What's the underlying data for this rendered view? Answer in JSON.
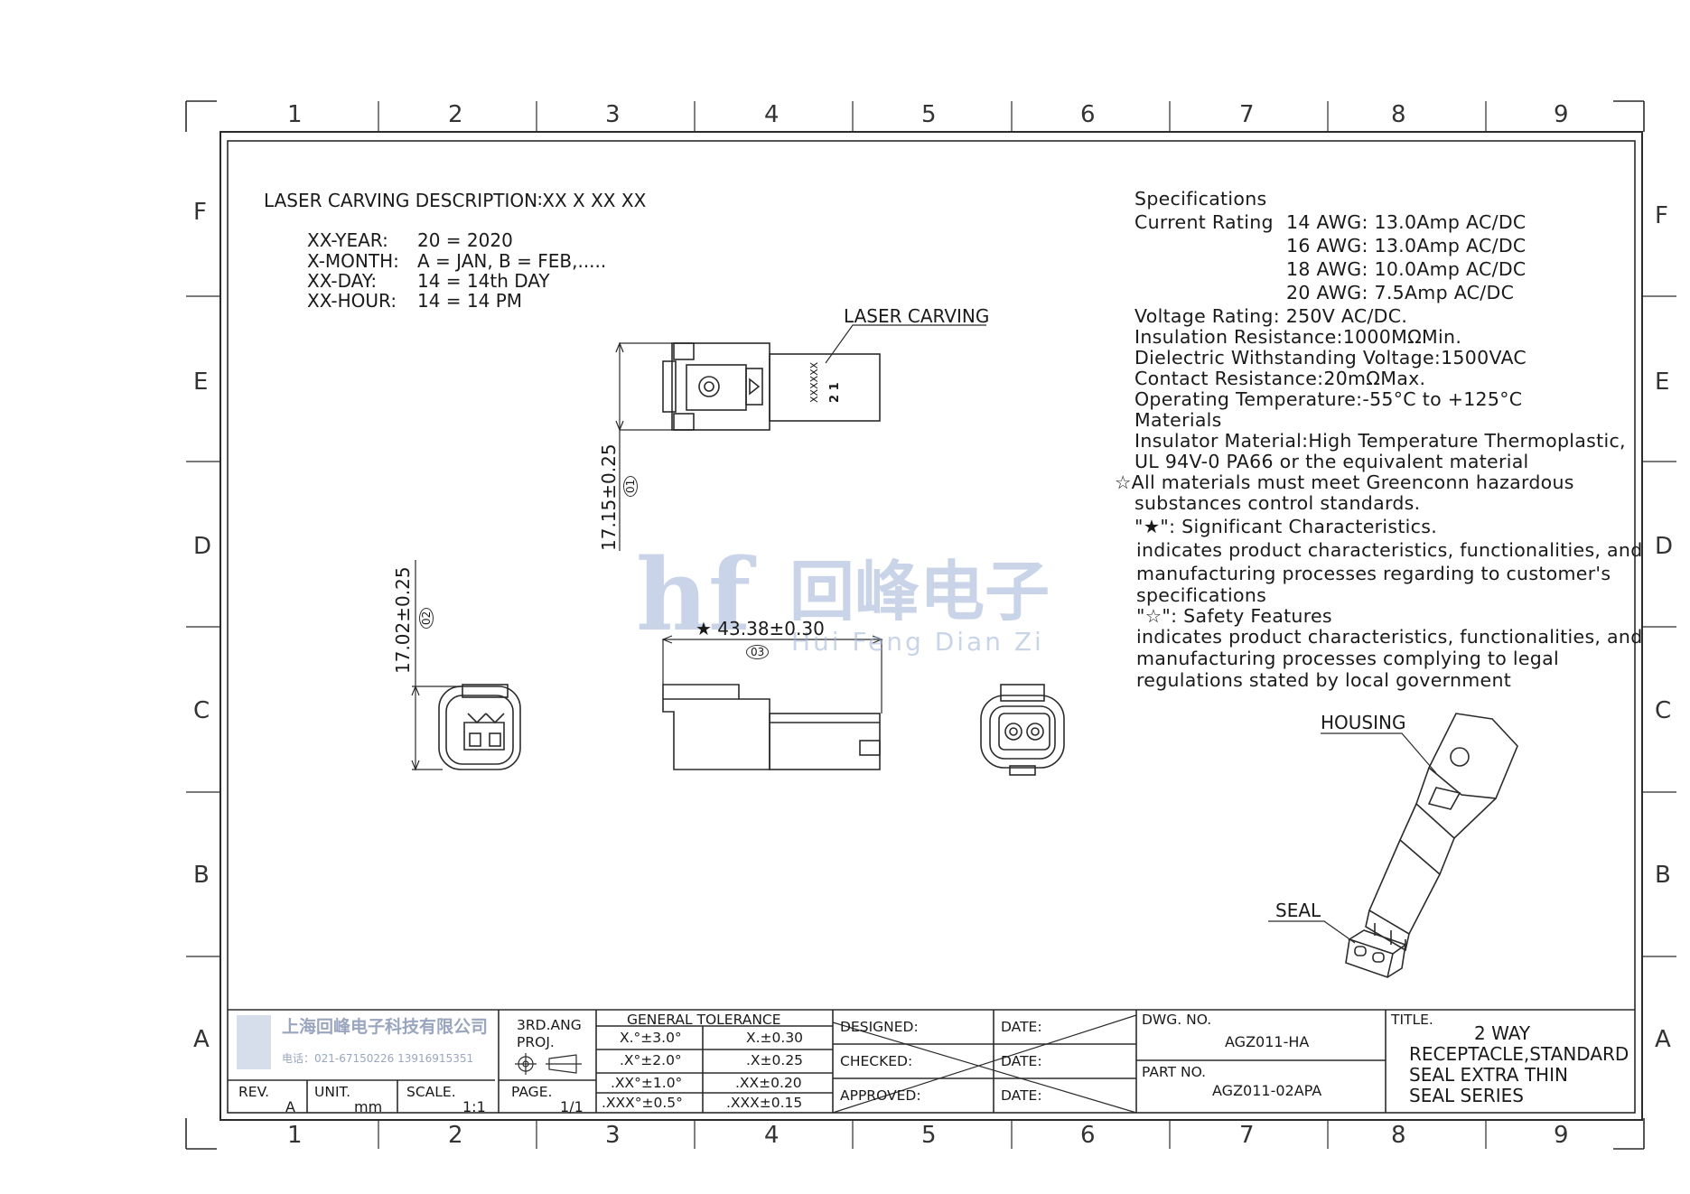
{
  "border": {
    "columns": [
      "1",
      "2",
      "3",
      "4",
      "5",
      "6",
      "7",
      "8",
      "9"
    ],
    "rows": [
      "F",
      "E",
      "D",
      "C",
      "B",
      "A"
    ]
  },
  "laser": {
    "heading": "LASER CARVING DESCRIPTION∶XX X XX XX",
    "lines": [
      {
        "label": "XX-YEAR:",
        "value": "20 = 2020"
      },
      {
        "label": "X-MONTH:",
        "value": "A = JAN, B = FEB,....."
      },
      {
        "label": "XX-DAY:",
        "value": "14 = 14th DAY"
      },
      {
        "label": "XX-HOUR:",
        "value": "14 = 14 PM"
      }
    ]
  },
  "drawing": {
    "laser_carving_label": "LASER CARVING",
    "dim_height_1": "17.15±0.25",
    "dim_height_1_tag": "01",
    "dim_height_2": "17.02±0.25",
    "dim_height_2_tag": "02",
    "dim_length": "★ 43.38±0.30",
    "dim_length_tag": "03",
    "housing_label": "HOUSING",
    "seal_label": "SEAL",
    "part_marking_date": "XXXXXX",
    "part_marking_pins": "2  1"
  },
  "specs": {
    "title": "Specifications",
    "current_label": "Current Rating",
    "current": [
      "14 AWG: 13.0Amp AC/DC",
      "16 AWG: 13.0Amp AC/DC",
      "18 AWG: 10.0Amp AC/DC",
      "20 AWG: 7.5Amp  AC/DC"
    ],
    "lines": [
      "Voltage Rating: 250V AC/DC.",
      "Insulation Resistance:1000MΩMin.",
      "Dielectric Withstanding Voltage:1500VAC",
      "Contact Resistance:20mΩMax.",
      "Operating Temperature:-55°C to +125°C",
      "Materials",
      "Insulator Material:High Temperature Thermoplastic,",
      "UL 94V-0 PA66 or the equivalent material",
      "☆All materials must meet Greenconn hazardous",
      "substances control standards.",
      "\"★\": Significant Characteristics.",
      "indicates product characteristics, functionalities, and",
      "manufacturing processes regarding to customer's",
      "specifications",
      "\"☆\": Safety Features",
      "indicates product characteristics, functionalities, and",
      "manufacturing processes complying to legal",
      "regulations stated by local government"
    ]
  },
  "watermark": {
    "logo": "hf",
    "cn": "回峰电子",
    "pinyin": "Hui Feng Dian Zi"
  },
  "title_block": {
    "company": "上海回峰电子科技有限公司",
    "phone": "电话：021-67150226  13916915351",
    "rev_label": "REV.",
    "rev": "A",
    "unit_label": "UNIT.",
    "unit": "mm",
    "scale_label": "SCALE.",
    "scale": "1:1",
    "proj_label_1": "3RD.ANG",
    "proj_label_2": "PROJ.",
    "page_label": "PAGE.",
    "page": "1/1",
    "tol_title": "GENERAL TOLERANCE",
    "tol_rows": [
      {
        "a": "X.°±3.0°",
        "b": "X.±0.30"
      },
      {
        "a": ".X°±2.0°",
        "b": ".X±0.25"
      },
      {
        "a": ".XX°±1.0°",
        "b": ".XX±0.20"
      },
      {
        "a": ".XXX°±0.5°",
        "b": ".XXX±0.15"
      }
    ],
    "designed": "DESIGNED:",
    "checked": "CHECKED:",
    "approved": "APPROVED:",
    "date": "DATE:",
    "dwg_label": "DWG. NO.",
    "dwg": "AGZ011-HA",
    "part_label": "PART NO.",
    "part": "AGZ011-02APA",
    "title_label": "TITLE.",
    "title_lines": [
      "2 WAY",
      "RECEPTACLE,STANDARD",
      "SEAL EXTRA THIN",
      "SEAL SERIES"
    ]
  }
}
